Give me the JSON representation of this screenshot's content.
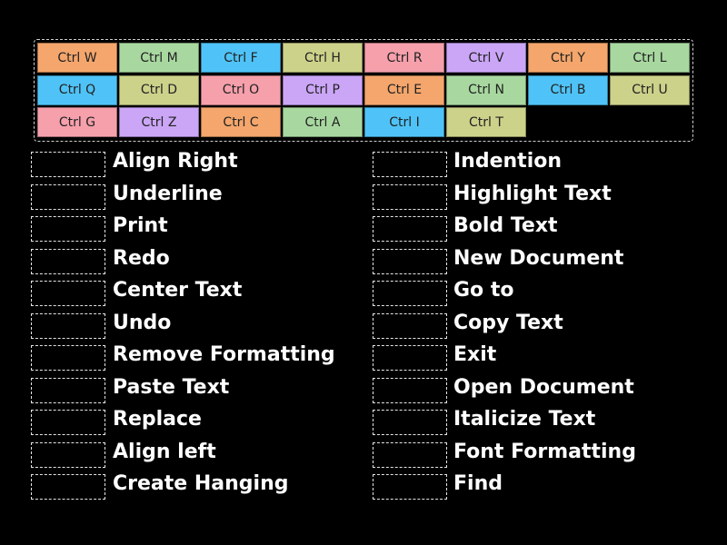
{
  "tiles": [
    {
      "label": "Ctrl W",
      "color": "#f4a66c"
    },
    {
      "label": "Ctrl M",
      "color": "#a8d8a0"
    },
    {
      "label": "Ctrl F",
      "color": "#4fc3f7"
    },
    {
      "label": "Ctrl H",
      "color": "#cdd28a"
    },
    {
      "label": "Ctrl R",
      "color": "#f6a0ac"
    },
    {
      "label": "Ctrl V",
      "color": "#cba6f7"
    },
    {
      "label": "Ctrl Y",
      "color": "#f4a66c"
    },
    {
      "label": "Ctrl L",
      "color": "#a8d8a0"
    },
    {
      "label": "Ctrl Q",
      "color": "#4fc3f7"
    },
    {
      "label": "Ctrl D",
      "color": "#cdd28a"
    },
    {
      "label": "Ctrl O",
      "color": "#f6a0ac"
    },
    {
      "label": "Ctrl P",
      "color": "#cba6f7"
    },
    {
      "label": "Ctrl E",
      "color": "#f4a66c"
    },
    {
      "label": "Ctrl N",
      "color": "#a8d8a0"
    },
    {
      "label": "Ctrl B",
      "color": "#4fc3f7"
    },
    {
      "label": "Ctrl U",
      "color": "#cdd28a"
    },
    {
      "label": "Ctrl G",
      "color": "#f6a0ac"
    },
    {
      "label": "Ctrl Z",
      "color": "#cba6f7"
    },
    {
      "label": "Ctrl C",
      "color": "#f4a66c"
    },
    {
      "label": "Ctrl A",
      "color": "#a8d8a0"
    },
    {
      "label": "Ctrl I",
      "color": "#4fc3f7"
    },
    {
      "label": "Ctrl T",
      "color": "#cdd28a"
    }
  ],
  "left_items": [
    "Align Right",
    "Underline",
    "Print",
    "Redo",
    "Center Text",
    "Undo",
    "Remove Formatting",
    "Paste Text",
    "Replace",
    "Align left",
    "Create Hanging"
  ],
  "right_items": [
    "Indention",
    "Highlight Text",
    "Bold Text",
    "New Document",
    "Go to",
    "Copy Text",
    "Exit",
    "Open Document",
    "Italicize Text",
    "Font Formatting",
    "Find"
  ]
}
